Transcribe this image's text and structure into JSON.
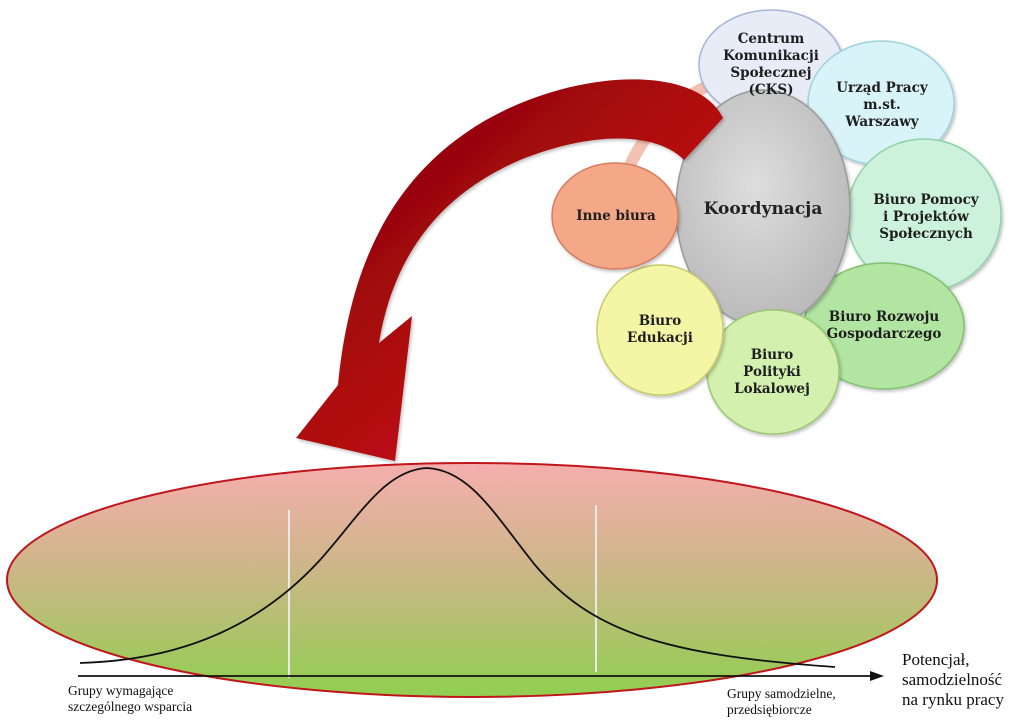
{
  "coordination": {
    "center": "Koordynacja",
    "nodes": [
      {
        "id": "cks",
        "label": "Centrum\nKomunikacji\nSpołecznej\n(CKS)",
        "color": "#e8ecf6"
      },
      {
        "id": "urzad-pracy",
        "label": "Urząd Pracy\nm.st.\nWarszawy",
        "color": "#d9f4f8"
      },
      {
        "id": "bppiS",
        "label": "Biuro Pomocy\ni Projektów\nSpołecznych",
        "color": "#cdf2dc"
      },
      {
        "id": "brg",
        "label": "Biuro Rozwoju\nGospodarczego",
        "color": "#b2e4a2"
      },
      {
        "id": "bpl",
        "label": "Biuro\nPolityki\nLokalowej",
        "color": "#d4f0ae"
      },
      {
        "id": "be",
        "label": "Biuro\nEdukacji",
        "color": "#f4f6a6"
      },
      {
        "id": "inne",
        "label": "Inne biura",
        "color": "#f5a888"
      }
    ]
  },
  "axis": {
    "left_label": "Grupy wymagające\nszczególnego wsparcia",
    "right_label": "Grupy samodzielne,\nprzedsiębiorcze",
    "title": "Potencjał,\nsamodzielność\nna rynku pracy"
  },
  "colors": {
    "arrow": "#a4060c",
    "ellipse_top": "#f6aeae",
    "ellipse_bottom": "#90cf50",
    "ellipse_stroke": "#c0161b",
    "center_fill": "#c8c8c8"
  }
}
